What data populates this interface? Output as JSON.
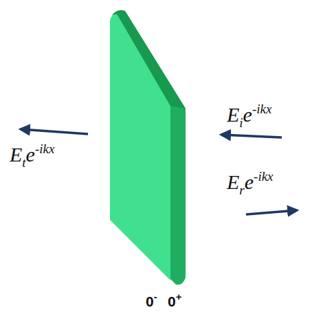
{
  "diagram": {
    "labels": [
      "E",
      "i",
      "e",
      "-ikx",
      "E",
      "t",
      "e",
      "-ikx",
      "E",
      "r",
      "e",
      "-ikx",
      "0",
      "-",
      "0",
      "+"
    ]
  }
}
